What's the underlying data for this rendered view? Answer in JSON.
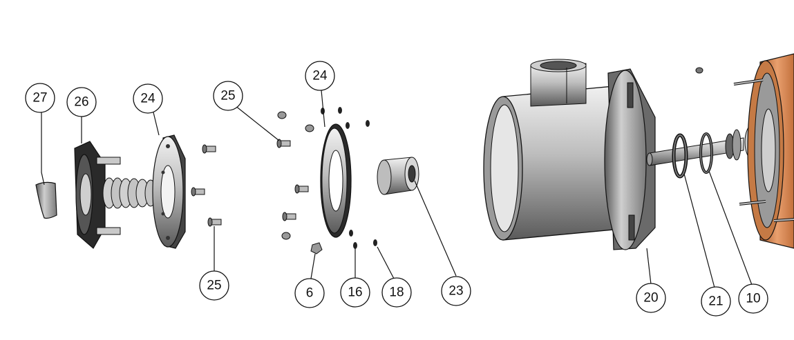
{
  "diagram": {
    "callouts": [
      {
        "id": "c27a",
        "label": "27"
      },
      {
        "id": "c26",
        "label": "26"
      },
      {
        "id": "c24a",
        "label": "24"
      },
      {
        "id": "c25a",
        "label": "25"
      },
      {
        "id": "c24b",
        "label": "24"
      },
      {
        "id": "c25b",
        "label": "25"
      },
      {
        "id": "c6",
        "label": "6"
      },
      {
        "id": "c16",
        "label": "16"
      },
      {
        "id": "c18",
        "label": "18"
      },
      {
        "id": "c23",
        "label": "23"
      },
      {
        "id": "c20",
        "label": "20"
      },
      {
        "id": "c21",
        "label": "21"
      },
      {
        "id": "c10",
        "label": "10"
      }
    ],
    "colors": {
      "metal_light": "#d9d9d9",
      "metal_mid": "#9a9a9a",
      "metal_dark": "#3a3a3a",
      "copper": "#d98a55",
      "copper_dark": "#a85a2c",
      "line": "#111111"
    }
  }
}
